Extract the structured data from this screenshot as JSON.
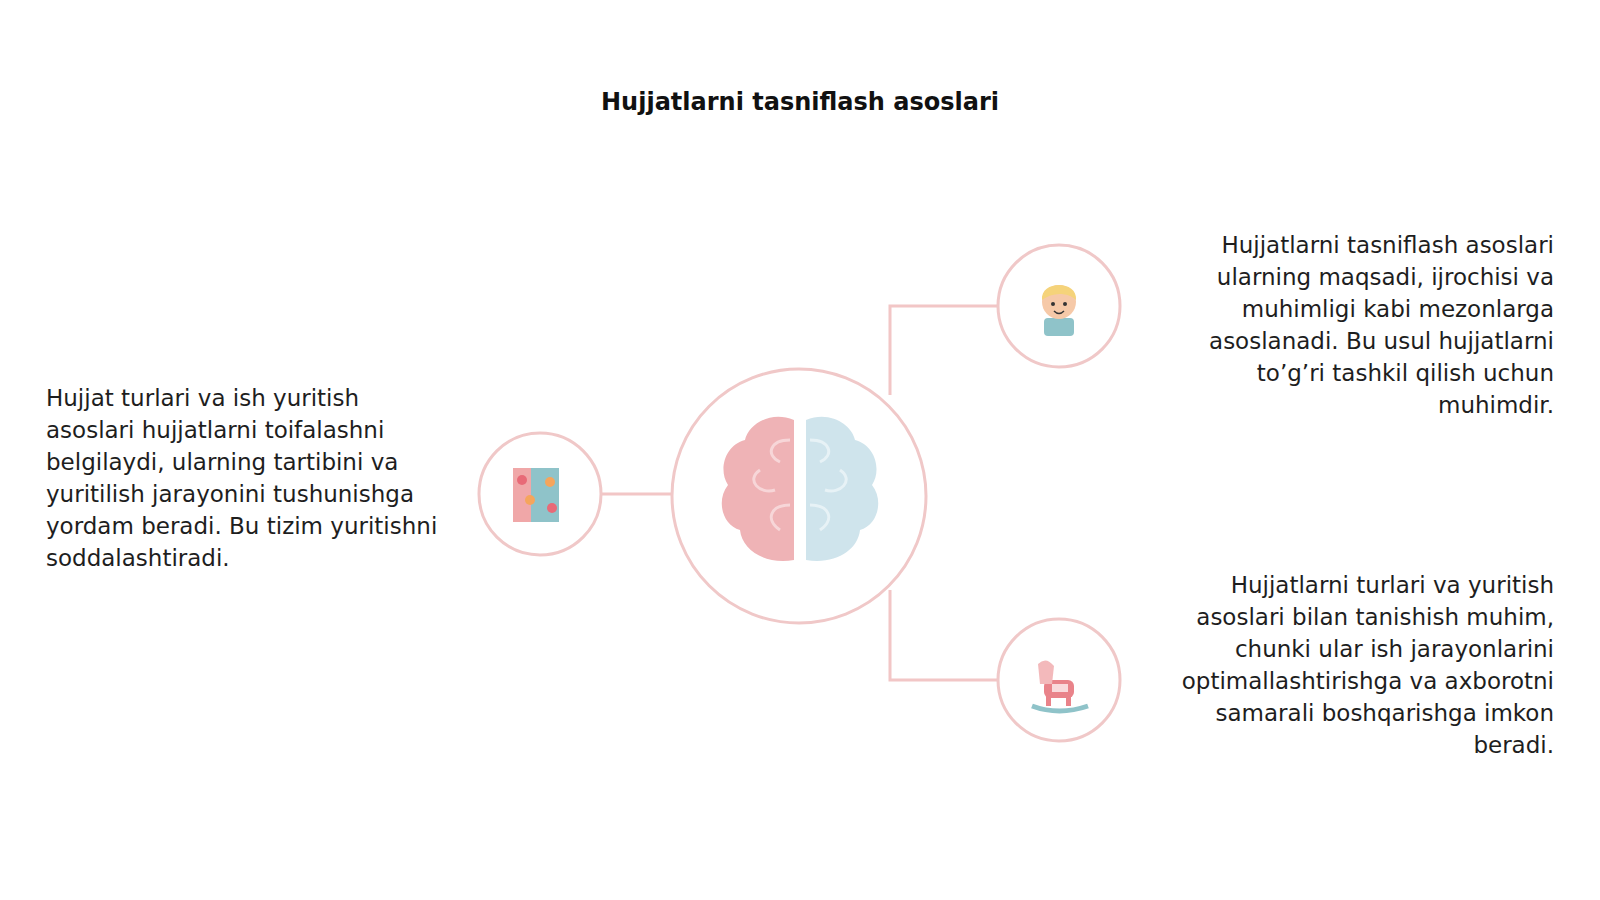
{
  "diagram": {
    "title": "Hujjatlarni tasniflash asoslari",
    "labels": [
      "Hujjatlarni tasniflash asoslari ularning maqsadi, ijrochisi va muhimligi kabi mezonlarga asoslanadi. Bu usul hujjatlarni to’g’ri tashkil qilish uchun muhimdir.",
      "Hujjat turlari va ish yuritish asoslari hujjatlarni toifalashni belgilaydi, ularning tartibini va yuritilish jarayonini tushunishga yordam beradi. Bu tizim yuritishni soddalashtiradi.",
      "Hujjatlarni turlari va yuritish asoslari bilan tanishish muhim, chunki ular ish jarayonlarini optimallashtirishga va axborotni samarali boshqarishga imkon beradi."
    ]
  }
}
